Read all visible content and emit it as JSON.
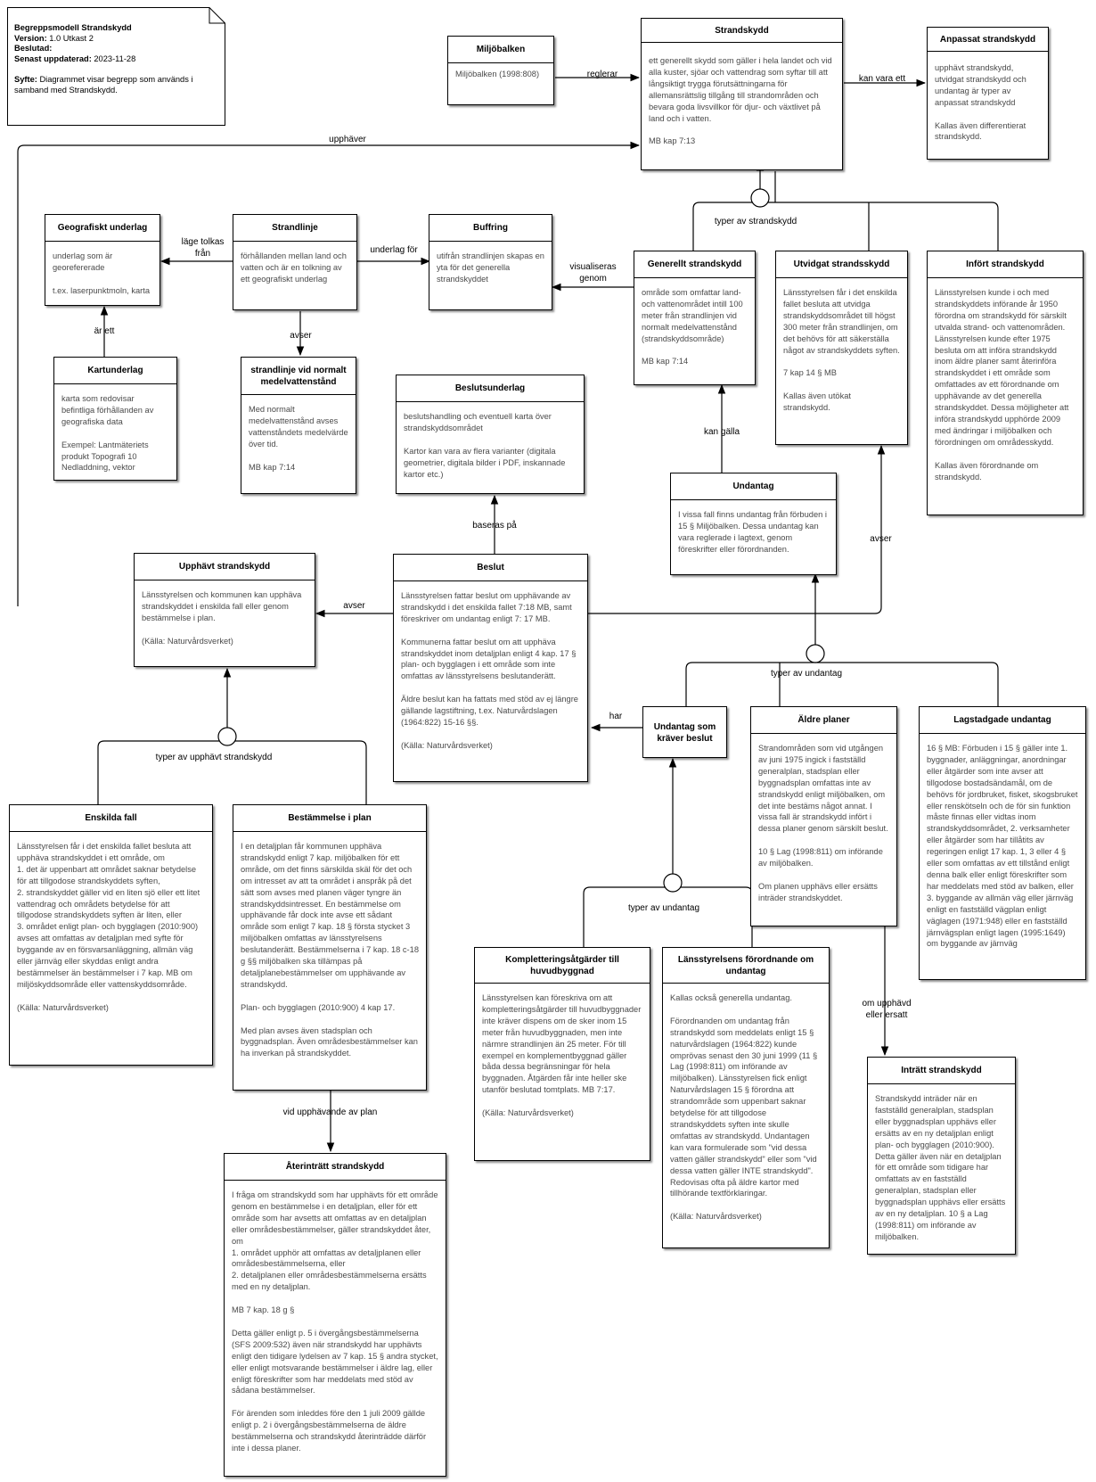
{
  "note": {
    "title": "Begreppsmodell Strandskydd",
    "version_key": "Version:",
    "version": "1.0 Utkast 2",
    "beslutad_key": "Beslutad:",
    "beslutad": "",
    "updated_key": "Senast uppdaterad:",
    "updated": "2023-11-28",
    "syfte_key": "Syfte:",
    "syfte": "Diagrammet visar begrepp som används i samband med Strandskydd."
  },
  "boxes": {
    "miljobalken": {
      "title": "Miljöbalken",
      "body": "Miljöbalken (1998:808)"
    },
    "strandskydd": {
      "title": "Strandskydd",
      "body": "ett generellt skydd som gäller i hela landet och vid alla kuster, sjöar och vattendrag som syftar till att långsiktigt trygga förutsättningarna för allemansrättslig tillgång till strandområden och bevara goda livsvillkor för djur- och växtlivet på land och i vatten.\n\nMB kap 7:13"
    },
    "anpassat": {
      "title": "Anpassat strandskydd",
      "body": "upphävt strandskydd, utvidgat strandskydd och undantag är typer av anpassat strandskydd\n\nKallas även differentierat strandskydd."
    },
    "geografiskt": {
      "title": "Geografiskt underlag",
      "body": "underlag som är georefererade\n\nt.ex. laserpunktmoln, karta"
    },
    "strandlinje": {
      "title": "Strandlinje",
      "body": "förhållanden mellan land och vatten och är en tolkning av ett geografiskt underlag"
    },
    "buffring": {
      "title": "Buffring",
      "body": "utifrån strandlinjen skapas en yta för det generella strandskyddet"
    },
    "generellt": {
      "title": "Generellt strandskydd",
      "body": "område som omfattar land- och vattenområdet intill 100 meter från strandlinjen vid normalt medelvattenstånd (strandskyddsområde)\n\nMB kap 7:14"
    },
    "utvidgat": {
      "title": "Utvidgat strandsskydd",
      "body": "Länsstyrelsen får i det enskilda fallet besluta att utvidga strandskyddsområdet till högst 300 meter från strandlinjen, om det behövs för att säkerställa något av strandskyddets syften.\n\n7 kap 14 § MB\n\nKallas även utökat strandskydd."
    },
    "infort": {
      "title": "Infört strandskydd",
      "body": "Länsstyrelsen kunde i och med strandskyddets införande år 1950 förordna om strandskydd för särskilt utvalda strand- och vattenområden. Länsstyrelsen kunde efter 1975 besluta om att införa strandskydd inom äldre planer samt återinföra strandskyddet i ett område som omfattades av ett förordnande om upphävande av det generella strandskyddet. Dessa möjligheter att införa strandskydd upphörde 2009 med ändringar i miljöbalken och förordningen om områdesskydd.\n\nKallas även förordnande om strandskydd."
    },
    "kartunderlag": {
      "title": "Kartunderlag",
      "body": "karta som redovisar befintliga förhållanden av geografiska data\n\nExempel: Lantmäteriets produkt Topografi 10 Nedladdning, vektor"
    },
    "strandlinje_mv": {
      "title": "strandlinje vid normalt medelvattenstånd",
      "body": "Med normalt medelvattenstånd avses vattenståndets medelvärde över tid.\n\nMB  kap 7:14"
    },
    "beslutsunderlag": {
      "title": "Beslutsunderlag",
      "body": "beslutshandling och eventuell karta över strandskyddsområdet\n\nKartor kan vara av flera varianter (digitala geometrier, digitala bilder i PDF, inskannade kartor etc.)"
    },
    "undantag": {
      "title": "Undantag",
      "body": "I vissa fall finns undantag från förbuden i 15 § Miljöbalken. Dessa undantag kan vara reglerade i lagtext, genom föreskrifter eller förordnanden."
    },
    "upphavt": {
      "title": "Upphävt strandskydd",
      "body": "Länsstyrelsen och kommunen kan upphäva strandskyddet i enskilda fall eller genom bestämmelse i plan.\n\n(Källa: Naturvårdsverket)"
    },
    "beslut": {
      "title": "Beslut",
      "body": "Länsstyrelsen fattar beslut om upphävande av strandskydd i det enskilda fallet 7:18 MB, samt föreskriver om undantag enligt 7: 17 MB.\n\nKommunerna fattar beslut om att upphäva strandskyddet inom detaljplan enligt 4 kap. 17 § plan- och bygglagen i ett område som inte omfattas av länsstyrelsens beslutanderätt.\n\nÄldre beslut kan ha fattats med stöd av ej längre gällande lagstiftning, t.ex. Naturvårdslagen (1964:822) 15-16 §§.\n\n(Källa: Naturvårdsverket)"
    },
    "undantag_beslut": {
      "title": "Undantag som kräver beslut",
      "body": ""
    },
    "aldre": {
      "title": "Äldre planer",
      "body": "Strandområden som vid utgången av juni 1975 ingick i fastställd generalplan, stadsplan eller byggnadsplan omfattas inte av strandskydd enligt miljöbalken, om det inte bestäms något annat. I vissa fall är strandskydd infört i dessa planer genom särskilt beslut.\n\n10 § Lag (1998:811) om införande av miljöbalken.\n\nOm planen upphävs eller ersätts inträder strandskyddet."
    },
    "lagstadgade": {
      "title": "Lagstadgade undantag",
      "body": "16 § MB: Förbuden i 15 § gäller inte 1. byggnader, anläggningar, anordningar eller åtgärder som inte avser att tillgodose bostadsändamål, om de behövs för jordbruket, fisket, skogsbruket eller renskötseln och de för sin funktion måste finnas eller vidtas inom strandskyddsområdet, 2. verksamheter eller åtgärder som har tillåtits av regeringen enligt 17 kap. 1, 3 eller 4 § eller som omfattas av ett tillstånd enligt denna balk eller enligt föreskrifter som har meddelats med stöd av balken, eller 3. byggande av allmän väg eller järnväg enligt en fastställd vägplan enligt väglagen (1971:948) eller en fastställd järnvägsplan enligt lagen (1995:1649) om byggande av järnväg"
    },
    "enskilda": {
      "title": "Enskilda fall",
      "body": "Länsstyrelsen får i det enskilda fallet besluta att upphäva strandskyddet i ett område, om\n1. det är uppenbart att området saknar betydelse för att tillgodose strandskyddets syften,\n2. strandskyddet gäller vid en liten sjö eller ett litet vattendrag och områdets betydelse för att tillgodose strandskyddets syften är liten, eller\n3. området enligt plan- och bygglagen (2010:900) avses att omfattas av detaljplan med syfte för byggande av en försvarsanläggning, allmän väg eller järnväg eller skyddas enligt andra bestämmelser än bestämmelser i 7 kap. MB om miljöskyddsområde eller vattenskyddsområde.\n\n(Källa: Naturvårdsverket)"
    },
    "bestammelse": {
      "title": "Bestämmelse i plan",
      "body": "I en detaljplan får kommunen upphäva strandskydd enligt 7 kap. miljöbalken för ett område, om det finns särskilda skäl för det och om intresset av att ta området i anspråk på det sätt som avses med planen väger tyngre än strandskyddsintresset. En bestämmelse om upphävande får dock inte avse ett sådant område som enligt 7 kap. 18 § första stycket 3 miljöbalken omfattas av länsstyrelsens beslutanderätt. Bestämmelserna i 7 kap. 18 c-18 g §§ miljöbalken ska tillämpas på detaljplanebestämmelser om upphävande av strandskydd.\n\nPlan- och bygglagen (2010:900) 4 kap 17.\n\nMed plan avses även stadsplan och byggnadsplan. Även områdesbestämmelser kan ha inverkan på strandskyddet."
    },
    "komplettering": {
      "title": "Kompletteringsåtgärder till huvudbyggnad",
      "body": "Länsstyrelsen kan föreskriva om att kompletteringsåtgärder till huvudbyggnader inte kräver dispens om de sker inom 15 meter från huvudbyggnaden, men inte närmre strandlinjen än 25 meter. För till exempel en komplementbyggnad gäller båda dessa begränsningar för hela byggnaden. Åtgärden får inte heller ske utanför beslutad tomtplats. MB 7:17.\n\n(Källa: Naturvårdsverket)"
    },
    "lansstyrelsens": {
      "title": "Länsstyrelsens förordnande om undantag",
      "body": "Kallas också generella undantag.\n\nFörordnanden om undantag från strandskydd som meddelats enligt 15 § naturvårdslagen (1964:822) kunde omprövas senast den 30 juni 1999 (11 § Lag (1998:811) om införande av miljöbalken). Länsstyrelsen fick enligt Naturvårdslagen 15 § förordna att strandområde som uppenbart saknar betydelse för att tillgodose strandskyddets syften inte skulle omfattas av strandskydd. Undantagen kan vara formulerade som \"vid dessa vatten gäller strandskydd\" eller som \"vid dessa vatten gäller INTE strandskydd\". Redovisas ofta på äldre kartor med tillhörande textförklaringar.\n\n(Källa: Naturvårdsverket)"
    },
    "atertratt": {
      "title": "Återinträtt strandskydd",
      "body": "I fråga om strandskydd som har upphävts för ett område genom en bestämmelse i en detaljplan, eller för ett område som har avsetts att omfattas av en detaljplan eller områdesbestämmelser, gäller strandskyddet åter, om\n1. området upphör att omfattas av detaljplanen eller områdesbestämmelserna, eller\n2. detaljplanen eller områdesbestämmelserna ersätts med en ny detaljplan.\n\nMB 7 kap. 18 g §\n\nDetta gäller enligt p. 5 i övergångsbestämmelserna (SFS 2009:532) även när strandskydd har upphävts enligt den tidigare lydelsen av 7 kap. 15 § andra stycket, eller enligt motsvarande bestämmelser i äldre lag, eller enligt föreskrifter som har meddelats med stöd av sådana bestämmelser.\n\nFör ärenden som inleddes före den 1 juli 2009 gällde enligt p. 2 i övergångsbestämmelserna de äldre bestämmelserna och strandskydd återinträdde därför inte i dessa planer."
    },
    "intratt": {
      "title": "Inträtt strandskydd",
      "body": "Strandskydd inträder när en fastställd generalplan, stadsplan eller byggnadsplan upphävs eller ersätts av en ny detaljplan enligt plan- och bygglagen (2010:900). Detta gäller även när en detaljplan för ett område som tidigare har omfattats av en fastställd generalplan, stadsplan eller byggnadsplan upphävs eller ersätts av en ny detaljplan. 10 § a Lag (1998:811) om införande av miljöbalken."
    }
  },
  "edge_labels": {
    "regl": "reglerar",
    "kanvara": "kan vara ett",
    "upph": "upphäver",
    "typer_ss": "typer av strandskydd",
    "lage": "läge tolkas\nfrån",
    "underlag": "underlag för",
    "visual": "visualiseras\ngenom",
    "arett": "är ett",
    "avser1": "avser",
    "kangalla": "kan gälla",
    "baseras": "baseras på",
    "avser2": "avser",
    "avser3": "avser",
    "typer_und": "typer av undantag",
    "har": "har",
    "typer_upph": "typer av upphävt strandskydd",
    "vidupph": "vid upphävande av plan",
    "typer_und2": "typer av undantag",
    "omupph": "om upphävd\neller ersatt"
  }
}
